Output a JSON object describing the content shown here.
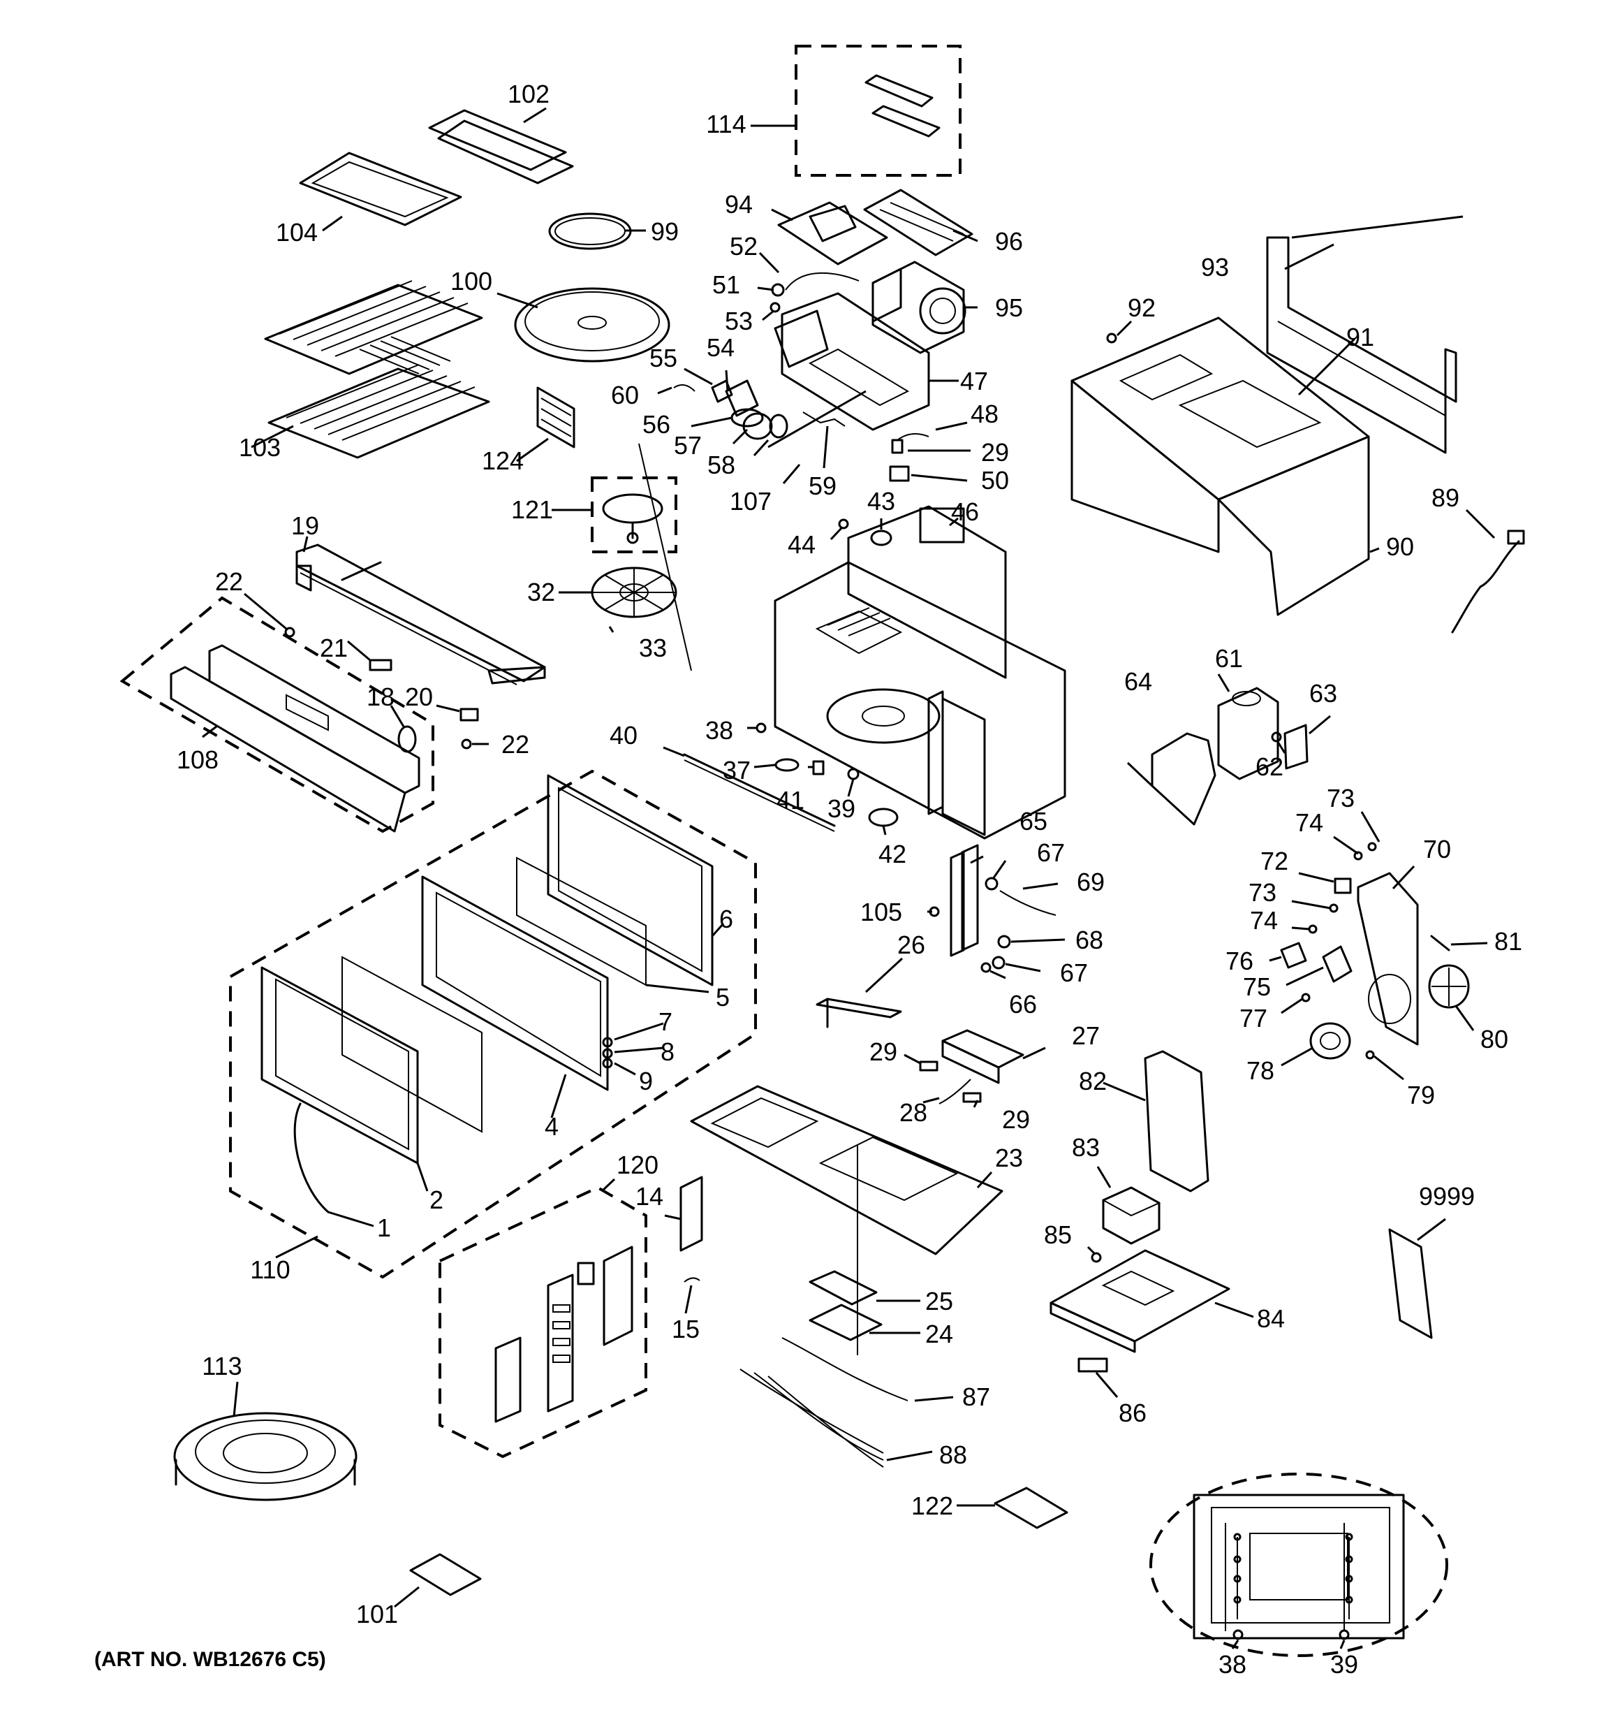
{
  "art_number": "(ART NO. WB12676 C5)",
  "labels": [
    {
      "id": "1",
      "text": "1"
    },
    {
      "id": "2",
      "text": "2"
    },
    {
      "id": "4",
      "text": "4"
    },
    {
      "id": "5",
      "text": "5"
    },
    {
      "id": "6",
      "text": "6"
    },
    {
      "id": "7",
      "text": "7"
    },
    {
      "id": "8",
      "text": "8"
    },
    {
      "id": "9",
      "text": "9"
    },
    {
      "id": "14",
      "text": "14"
    },
    {
      "id": "15",
      "text": "15"
    },
    {
      "id": "18",
      "text": "18"
    },
    {
      "id": "19",
      "text": "19"
    },
    {
      "id": "20",
      "text": "20"
    },
    {
      "id": "21",
      "text": "21"
    },
    {
      "id": "22a",
      "text": "22"
    },
    {
      "id": "22b",
      "text": "22"
    },
    {
      "id": "23",
      "text": "23"
    },
    {
      "id": "24",
      "text": "24"
    },
    {
      "id": "25",
      "text": "25"
    },
    {
      "id": "26",
      "text": "26"
    },
    {
      "id": "27",
      "text": "27"
    },
    {
      "id": "28",
      "text": "28"
    },
    {
      "id": "29a",
      "text": "29"
    },
    {
      "id": "29b",
      "text": "29"
    },
    {
      "id": "29c",
      "text": "29"
    },
    {
      "id": "32",
      "text": "32"
    },
    {
      "id": "33",
      "text": "33"
    },
    {
      "id": "37",
      "text": "37"
    },
    {
      "id": "38a",
      "text": "38"
    },
    {
      "id": "38b",
      "text": "38"
    },
    {
      "id": "39a",
      "text": "39"
    },
    {
      "id": "39b",
      "text": "39"
    },
    {
      "id": "40",
      "text": "40"
    },
    {
      "id": "41",
      "text": "41"
    },
    {
      "id": "42",
      "text": "42"
    },
    {
      "id": "43",
      "text": "43"
    },
    {
      "id": "44",
      "text": "44"
    },
    {
      "id": "46",
      "text": "46"
    },
    {
      "id": "47",
      "text": "47"
    },
    {
      "id": "48",
      "text": "48"
    },
    {
      "id": "50",
      "text": "50"
    },
    {
      "id": "51",
      "text": "51"
    },
    {
      "id": "52",
      "text": "52"
    },
    {
      "id": "53",
      "text": "53"
    },
    {
      "id": "54",
      "text": "54"
    },
    {
      "id": "55",
      "text": "55"
    },
    {
      "id": "56",
      "text": "56"
    },
    {
      "id": "57",
      "text": "57"
    },
    {
      "id": "58",
      "text": "58"
    },
    {
      "id": "59",
      "text": "59"
    },
    {
      "id": "60",
      "text": "60"
    },
    {
      "id": "61",
      "text": "61"
    },
    {
      "id": "62",
      "text": "62"
    },
    {
      "id": "63",
      "text": "63"
    },
    {
      "id": "64",
      "text": "64"
    },
    {
      "id": "65",
      "text": "65"
    },
    {
      "id": "66",
      "text": "66"
    },
    {
      "id": "67a",
      "text": "67"
    },
    {
      "id": "67b",
      "text": "67"
    },
    {
      "id": "68",
      "text": "68"
    },
    {
      "id": "69",
      "text": "69"
    },
    {
      "id": "70",
      "text": "70"
    },
    {
      "id": "72",
      "text": "72"
    },
    {
      "id": "73a",
      "text": "73"
    },
    {
      "id": "73b",
      "text": "73"
    },
    {
      "id": "74a",
      "text": "74"
    },
    {
      "id": "74b",
      "text": "74"
    },
    {
      "id": "75",
      "text": "75"
    },
    {
      "id": "76",
      "text": "76"
    },
    {
      "id": "77",
      "text": "77"
    },
    {
      "id": "78",
      "text": "78"
    },
    {
      "id": "79",
      "text": "79"
    },
    {
      "id": "80",
      "text": "80"
    },
    {
      "id": "81",
      "text": "81"
    },
    {
      "id": "82",
      "text": "82"
    },
    {
      "id": "83",
      "text": "83"
    },
    {
      "id": "84",
      "text": "84"
    },
    {
      "id": "85",
      "text": "85"
    },
    {
      "id": "86",
      "text": "86"
    },
    {
      "id": "87",
      "text": "87"
    },
    {
      "id": "88",
      "text": "88"
    },
    {
      "id": "89",
      "text": "89"
    },
    {
      "id": "90",
      "text": "90"
    },
    {
      "id": "91",
      "text": "91"
    },
    {
      "id": "92",
      "text": "92"
    },
    {
      "id": "93",
      "text": "93"
    },
    {
      "id": "94",
      "text": "94"
    },
    {
      "id": "95",
      "text": "95"
    },
    {
      "id": "96",
      "text": "96"
    },
    {
      "id": "99",
      "text": "99"
    },
    {
      "id": "100",
      "text": "100"
    },
    {
      "id": "101",
      "text": "101"
    },
    {
      "id": "102",
      "text": "102"
    },
    {
      "id": "103",
      "text": "103"
    },
    {
      "id": "104",
      "text": "104"
    },
    {
      "id": "105",
      "text": "105"
    },
    {
      "id": "107",
      "text": "107"
    },
    {
      "id": "108",
      "text": "108"
    },
    {
      "id": "110",
      "text": "110"
    },
    {
      "id": "113",
      "text": "113"
    },
    {
      "id": "114",
      "text": "114"
    },
    {
      "id": "120",
      "text": "120"
    },
    {
      "id": "121",
      "text": "121"
    },
    {
      "id": "122",
      "text": "122"
    },
    {
      "id": "124",
      "text": "124"
    },
    {
      "id": "9999",
      "text": "9999"
    }
  ]
}
